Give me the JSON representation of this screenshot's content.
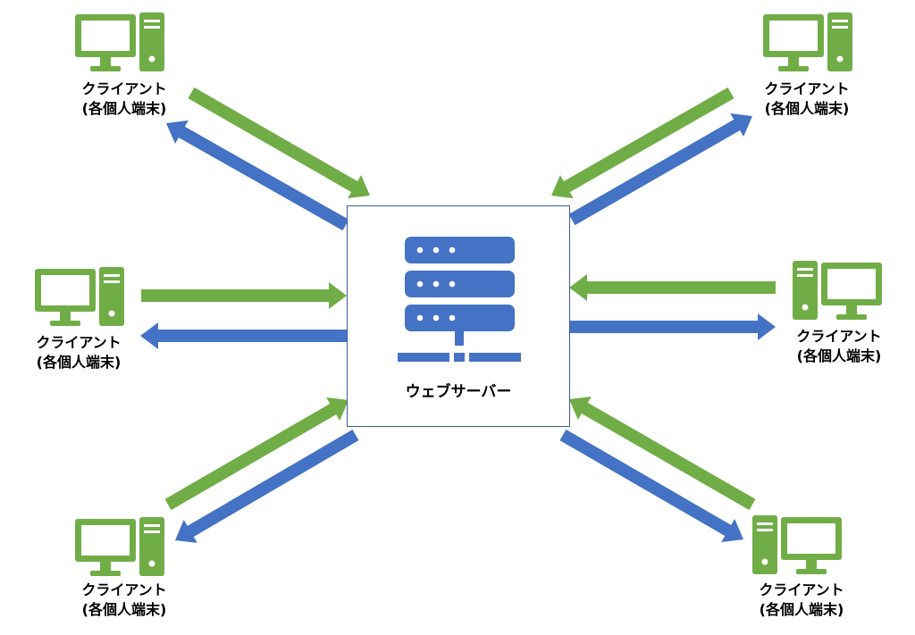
{
  "server": {
    "label": "ウェブサーバー",
    "icon": "server-icon"
  },
  "clients": [
    {
      "id": "top-left",
      "name": "クライアント",
      "sub": "(各個人端末)",
      "icon": "computer-icon"
    },
    {
      "id": "middle-left",
      "name": "クライアント",
      "sub": "(各個人端末)",
      "icon": "computer-icon"
    },
    {
      "id": "bottom-left",
      "name": "クライアント",
      "sub": "(各個人端末)",
      "icon": "computer-icon"
    },
    {
      "id": "top-right",
      "name": "クライアント",
      "sub": "(各個人端末)",
      "icon": "computer-icon"
    },
    {
      "id": "middle-right",
      "name": "クライアント",
      "sub": "(各個人端末)",
      "icon": "computer-icon"
    },
    {
      "id": "bottom-right",
      "name": "クライアント",
      "sub": "(各個人端末)",
      "icon": "computer-icon"
    }
  ],
  "colors": {
    "request": "#70ad47",
    "response": "#4472c4",
    "server": "#4472c4",
    "client": "#70ad47"
  }
}
